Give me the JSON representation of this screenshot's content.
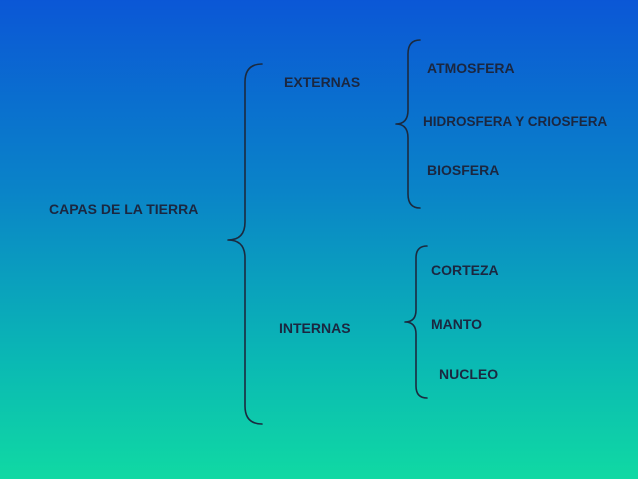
{
  "diagram": {
    "root": "CAPAS DE LA TIERRA",
    "groups": [
      {
        "label": "EXTERNAS",
        "items": [
          "ATMOSFERA",
          "HIDROSFERA Y CRIOSFERA",
          "BIOSFERA"
        ]
      },
      {
        "label": "INTERNAS",
        "items": [
          "CORTEZA",
          "MANTO",
          "NUCLEO"
        ]
      }
    ]
  },
  "colors": {
    "background_top": "#0b57d6",
    "background_bottom": "#10d9a3",
    "text": "#1b2740",
    "brackets": "#1b2a3f"
  }
}
